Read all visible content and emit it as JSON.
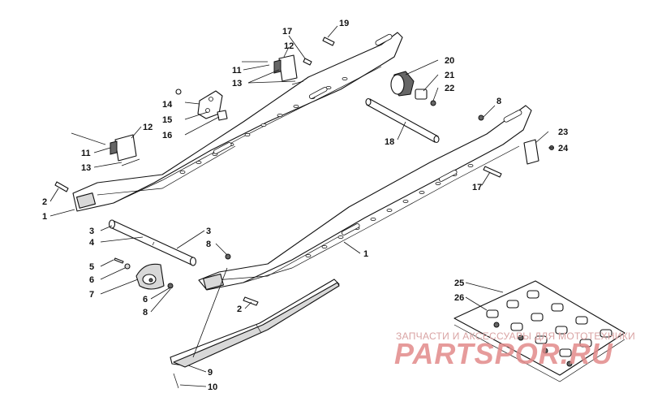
{
  "callouts": {
    "c19": "19",
    "c17a": "17",
    "c12a": "12",
    "c11a": "11",
    "c13a": "13",
    "c20": "20",
    "c21": "21",
    "c22": "22",
    "c14": "14",
    "c15": "15",
    "c16": "16",
    "c12b": "12",
    "c11b": "11",
    "c13b": "13",
    "c8a": "8",
    "c23": "23",
    "c24": "24",
    "c18": "18",
    "c17b": "17",
    "c2a": "2",
    "c1a": "1",
    "c3a": "3",
    "c4": "4",
    "c3b": "3",
    "c8b": "8",
    "c5": "5",
    "c6a": "6",
    "c7": "7",
    "c6b": "6",
    "c8c": "8",
    "c1b": "1",
    "c2b": "2",
    "c25": "25",
    "c26": "26",
    "c9": "9",
    "c10": "10"
  },
  "watermark": {
    "line1": "ЗАПЧАСТИ И АКСЕССУАРЫ ДЛЯ МОТОТЕХНИКИ",
    "line2": "PARTSPOR.RU"
  }
}
